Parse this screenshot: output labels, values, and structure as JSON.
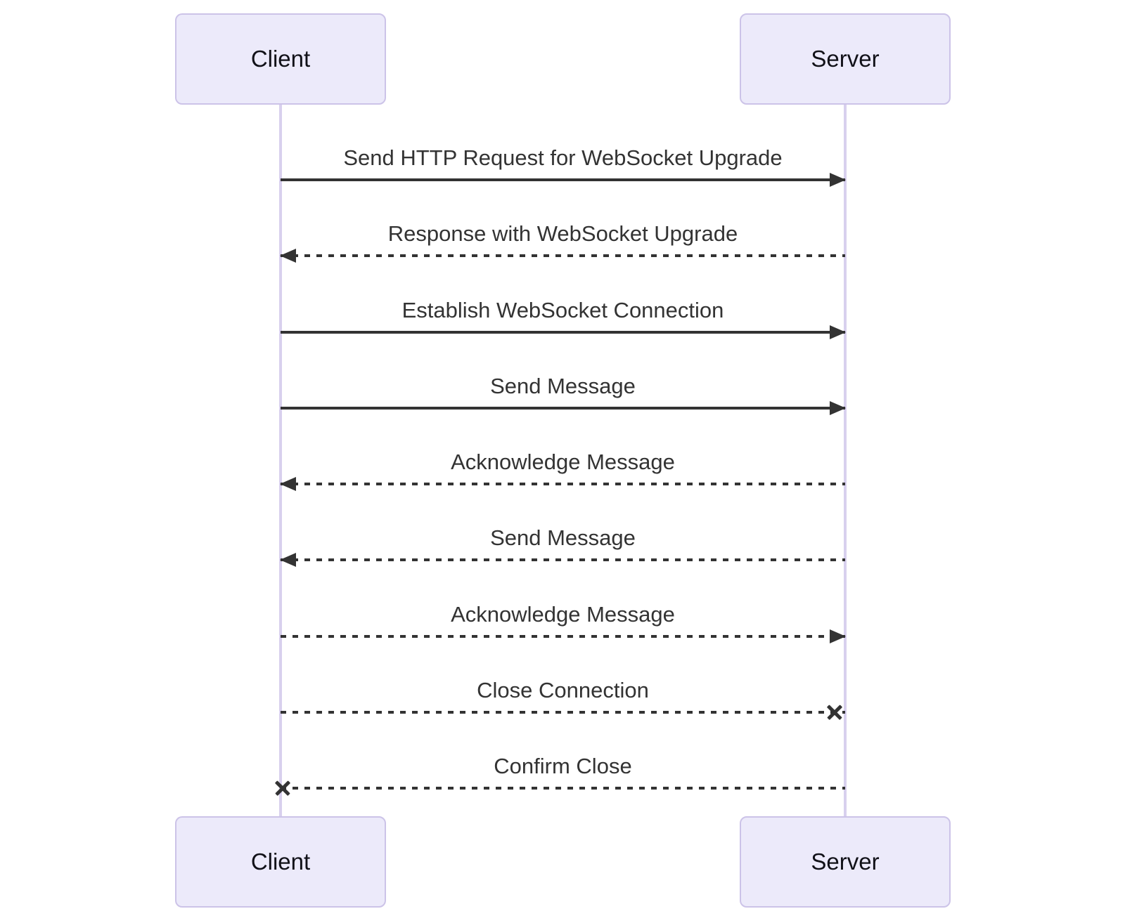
{
  "diagram": {
    "type": "sequence",
    "actors": [
      {
        "id": "client",
        "label": "Client"
      },
      {
        "id": "server",
        "label": "Server"
      }
    ],
    "messages": [
      {
        "text": "Send HTTP Request for WebSocket Upgrade",
        "from": "client",
        "to": "server",
        "style": "solid",
        "direction": "right",
        "terminal": "arrow"
      },
      {
        "text": "Response with WebSocket Upgrade",
        "from": "server",
        "to": "client",
        "style": "dashed",
        "direction": "left",
        "terminal": "arrow"
      },
      {
        "text": "Establish WebSocket Connection",
        "from": "client",
        "to": "server",
        "style": "solid",
        "direction": "right",
        "terminal": "arrow"
      },
      {
        "text": "Send Message",
        "from": "client",
        "to": "server",
        "style": "solid",
        "direction": "right",
        "terminal": "arrow"
      },
      {
        "text": "Acknowledge Message",
        "from": "server",
        "to": "client",
        "style": "dashed",
        "direction": "left",
        "terminal": "arrow"
      },
      {
        "text": "Send Message",
        "from": "server",
        "to": "client",
        "style": "dashed",
        "direction": "left",
        "terminal": "arrow"
      },
      {
        "text": "Acknowledge Message",
        "from": "client",
        "to": "server",
        "style": "dashed",
        "direction": "right",
        "terminal": "arrow"
      },
      {
        "text": "Close Connection",
        "from": "client",
        "to": "server",
        "style": "dashed",
        "direction": "right",
        "terminal": "cross"
      },
      {
        "text": "Confirm Close",
        "from": "server",
        "to": "client",
        "style": "dashed",
        "direction": "left",
        "terminal": "cross"
      }
    ],
    "colors": {
      "actor_fill": "#ECEAFA",
      "actor_border": "#CCC3E8",
      "actor_text": "#111118",
      "lifeline": "#D8D0EE",
      "line": "#333333",
      "msg_text": "#333333",
      "bg": "#FFFFFF"
    }
  }
}
